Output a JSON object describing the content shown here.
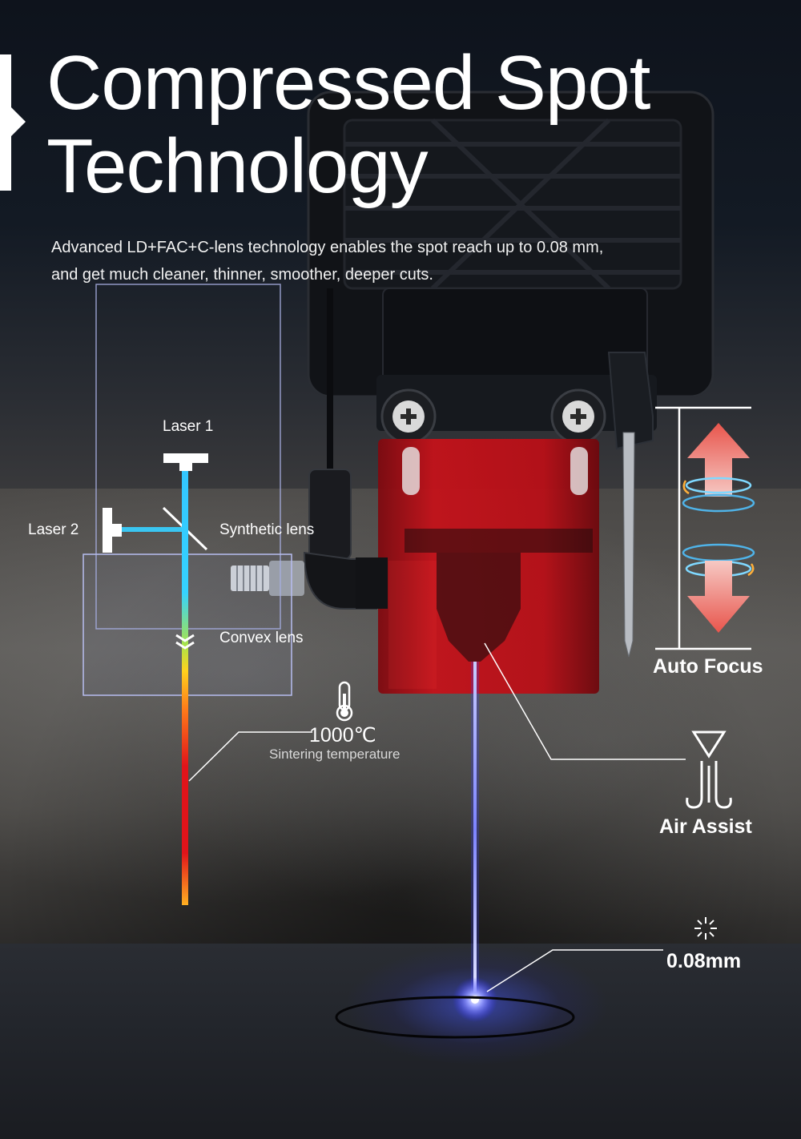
{
  "header": {
    "title_line1": "Compressed Spot",
    "title_line2": "Technology",
    "description_line1": "Advanced LD+FAC+C-lens technology enables the spot reach up to 0.08 mm,",
    "description_line2": "and get much cleaner, thinner, smoother, deeper cuts."
  },
  "diagram": {
    "laser1": "Laser 1",
    "laser2": "Laser 2",
    "synthetic_lens": "Synthetic lens",
    "convex_lens": "Convex lens"
  },
  "temperature": {
    "value": "1000℃",
    "label": "Sintering temperature"
  },
  "features": {
    "auto_focus": "Auto Focus",
    "air_assist": "Air Assist",
    "spot_size": "0.08mm"
  },
  "icons": [
    "thermometer-icon",
    "air-nozzle-icon",
    "spot-sparkle-icon",
    "up-arrow-icon",
    "down-arrow-icon"
  ],
  "colors": {
    "laser_head_red": "#c4121a",
    "blue_beam": "#7d84ff",
    "accent_arrow": "#e8554c"
  }
}
